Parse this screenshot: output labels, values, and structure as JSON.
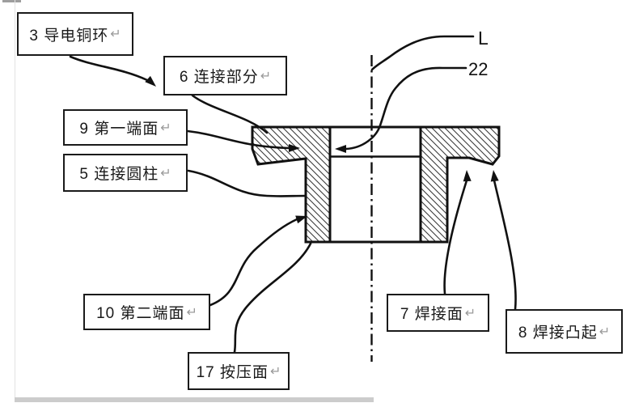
{
  "figure": {
    "callouts": {
      "copper_ring": {
        "text": "3 导电铜环"
      },
      "connection_part": {
        "text": "6 连接部分"
      },
      "first_end_face": {
        "text": "9 第一端面"
      },
      "connection_cylinder": {
        "text": "5 连接圆柱"
      },
      "second_end_face": {
        "text": "10 第二端面"
      },
      "pressing_surface": {
        "text": "17 按压面"
      },
      "welding_surface": {
        "text": "7 焊接面"
      },
      "welding_protrusion": {
        "text": "8 焊接凸起"
      }
    },
    "annotations": {
      "axis_label": "L",
      "ref_label": "22"
    },
    "marks": {
      "line_break": "↵"
    },
    "colors": {
      "line": "#111111",
      "hatch": "#3a3a3a",
      "pilcrow_gray": "#9a9a9a",
      "artifact_gray": "#cccccc"
    }
  }
}
